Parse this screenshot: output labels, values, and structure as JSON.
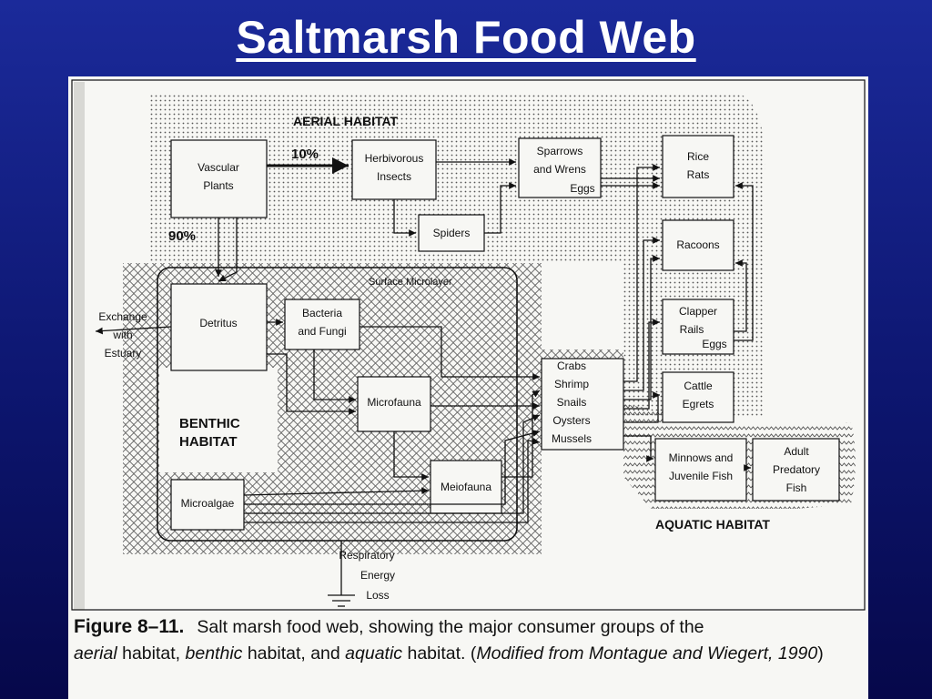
{
  "slide": {
    "title": "Saltmarsh Food Web"
  },
  "habitats": {
    "aerial": "AERIAL HABITAT",
    "benthic_line1": "BENTHIC",
    "benthic_line2": "HABITAT",
    "aquatic": "AQUATIC HABITAT",
    "surface_microlayer": "Surface Microlayer"
  },
  "nodes": {
    "vascular_plants": [
      "Vascular",
      "Plants"
    ],
    "herbivorous_insects": [
      "Herbivorous",
      "Insects"
    ],
    "sparrows_wrens": [
      "Sparrows",
      "and Wrens"
    ],
    "eggs_sparrows": "Eggs",
    "spiders": "Spiders",
    "rice_rats": [
      "Rice",
      "Rats"
    ],
    "racoons": "Racoons",
    "clapper_rails": [
      "Clapper",
      "Rails"
    ],
    "eggs_rails": "Eggs",
    "cattle_egrets": [
      "Cattle",
      "Egrets"
    ],
    "detritus": "Detritus",
    "bacteria_fungi": [
      "Bacteria",
      "and Fungi"
    ],
    "microfauna": "Microfauna",
    "meiofauna": "Meiofauna",
    "microalgae": "Microalgae",
    "consumers": [
      "Crabs",
      "Shrimp",
      "Snails",
      "Oysters",
      "Mussels"
    ],
    "minnows": [
      "Minnows and",
      "Juvenile Fish"
    ],
    "adult_fish": [
      "Adult",
      "Predatory",
      "Fish"
    ]
  },
  "labels": {
    "pct_10": "10%",
    "pct_90": "90%",
    "exchange": [
      "Exchange",
      "with",
      "Estuary"
    ],
    "respiratory": [
      "Respiratory",
      "Energy",
      "Loss"
    ]
  },
  "caption": {
    "label": "Figure 8–11.",
    "text1": "Salt marsh food web, showing the major consumer groups of the",
    "aerial": "aerial",
    "text2": " habitat, ",
    "benthic": "benthic",
    "text3": " habitat, and ",
    "aquatic": "aquatic",
    "text4": " habitat. (",
    "source": "Modified from Montague and Wiegert, 1990",
    "text5": ")"
  }
}
